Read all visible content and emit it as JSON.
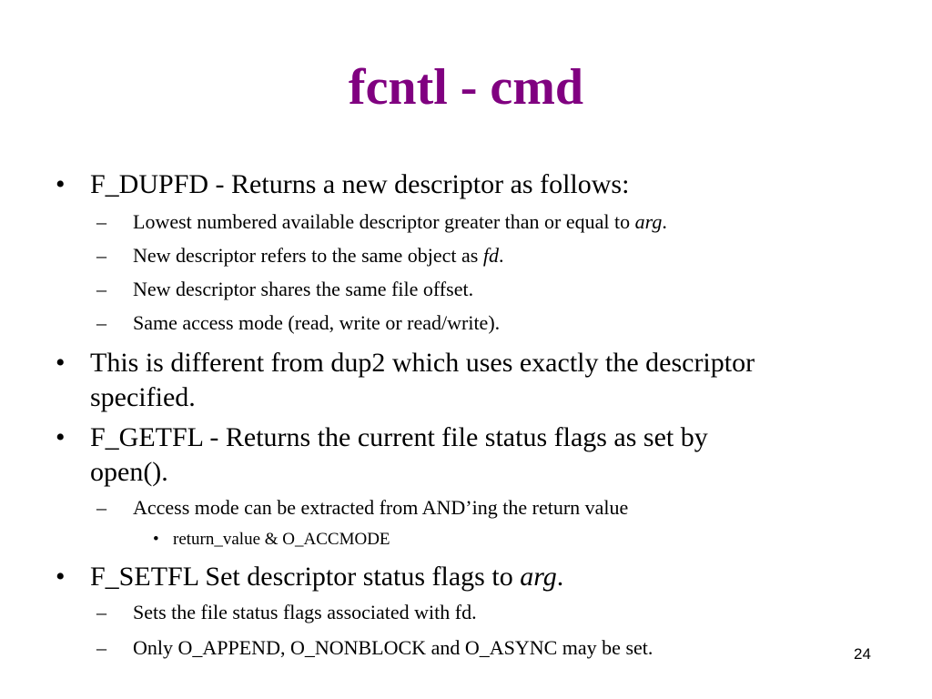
{
  "slide": {
    "title": "fcntl - cmd",
    "page_number": "24",
    "bullet_char": "•",
    "dash_char": "–",
    "items": [
      {
        "text": "F_DUPFD - Returns a new descriptor as follows:"
      },
      {
        "pre": "Lowest numbered available descriptor greater than or equal to ",
        "em": "arg",
        "post": "."
      },
      {
        "pre": "New descriptor refers to the same object as ",
        "em": "fd",
        "post": "."
      },
      {
        "text": "New descriptor shares the same file offset."
      },
      {
        "text": "Same access mode (read, write or read/write)."
      },
      {
        "line1": "This is different from dup2 which uses exactly the descriptor",
        "line2": "specified."
      },
      {
        "line1": "F_GETFL - Returns the current file status flags as set by",
        "line2": "open()."
      },
      {
        "text": "Access mode can be extracted from AND’ing the return value"
      },
      {
        "text": "return_value & O_ACCMODE"
      },
      {
        "pre": "F_SETFL Set descriptor status flags to ",
        "em": "arg",
        "post": "."
      },
      {
        "text": "Sets the file status flags associated with fd."
      },
      {
        "text": "Only O_APPEND, O_NONBLOCK and O_ASYNC may be set."
      }
    ]
  }
}
